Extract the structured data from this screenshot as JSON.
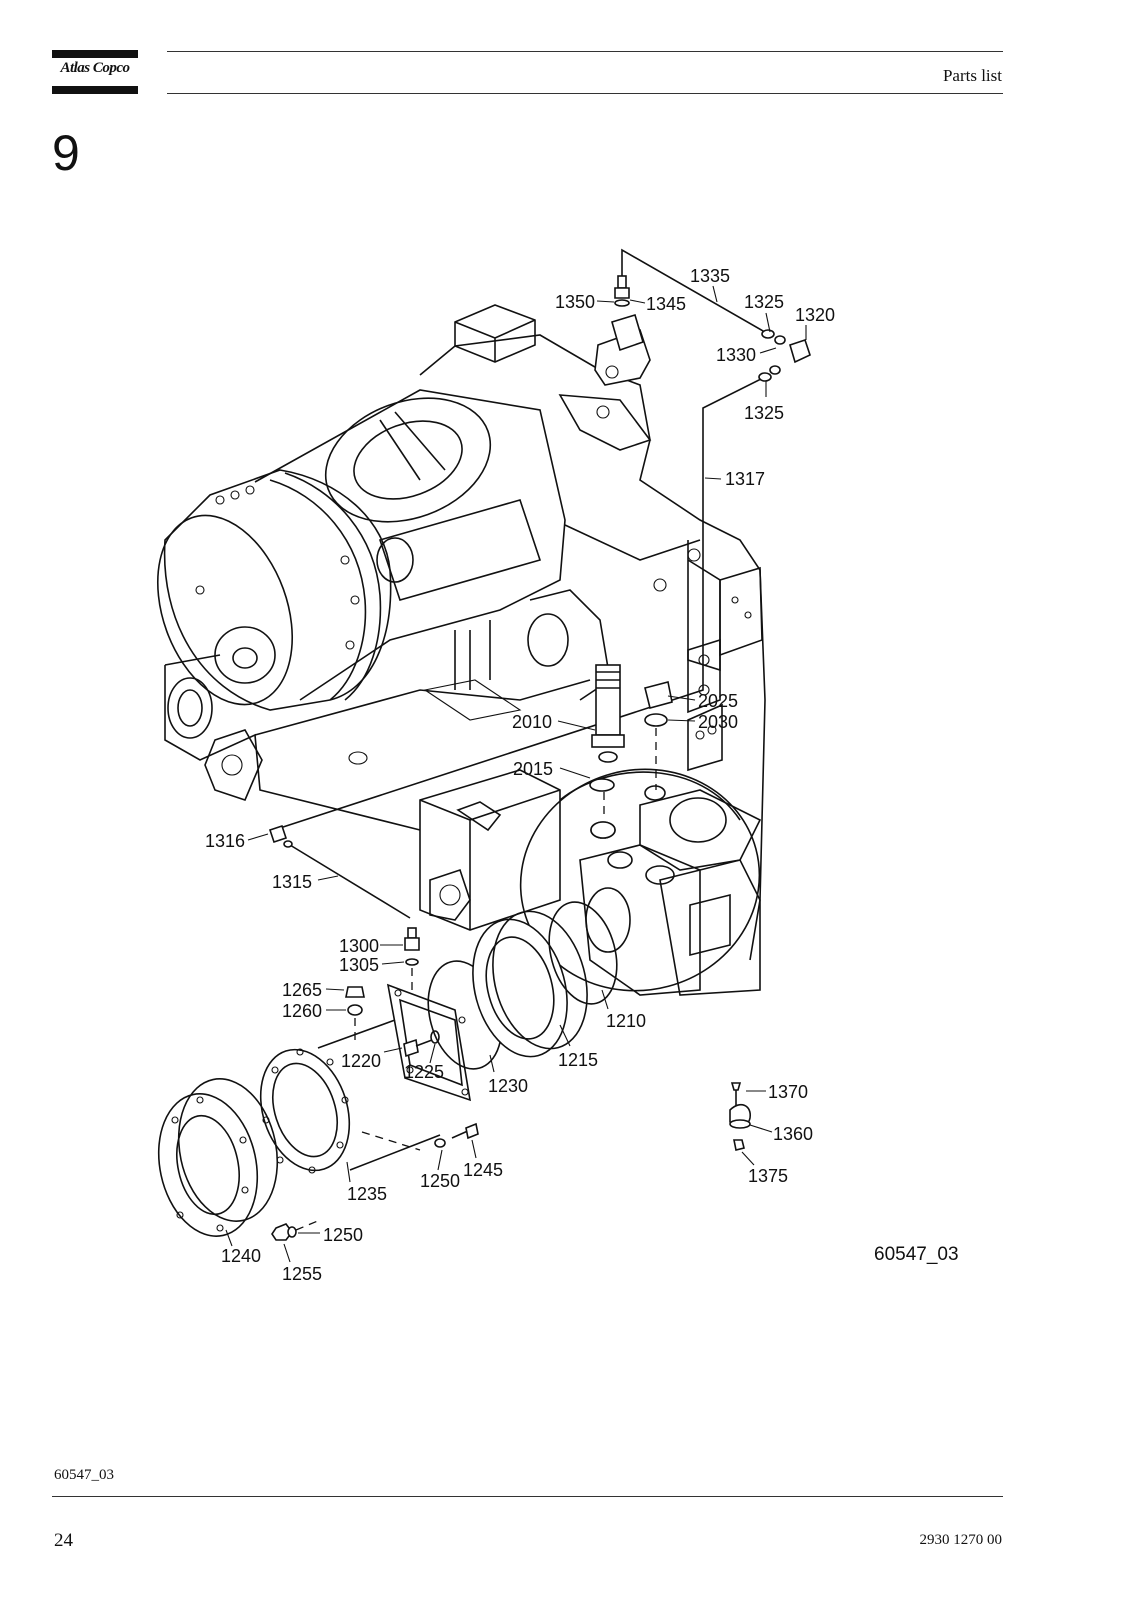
{
  "header": {
    "brand": "Atlas Copco",
    "title": "Parts list"
  },
  "chapter": "9",
  "figure": {
    "figure_id": "60547_03",
    "callouts": [
      "1335",
      "1350",
      "1345",
      "1325",
      "1320",
      "1330",
      "1325",
      "1317",
      "2025",
      "2010",
      "2030",
      "2015",
      "1316",
      "1315",
      "1300",
      "1305",
      "1265",
      "1260",
      "1210",
      "1215",
      "1220",
      "1225",
      "1230",
      "1370",
      "1360",
      "1375",
      "1245",
      "1250",
      "1235",
      "1240",
      "1250",
      "1255"
    ]
  },
  "footer": {
    "ref": "60547_03",
    "page": "24",
    "doc_number": "2930 1270 00"
  }
}
